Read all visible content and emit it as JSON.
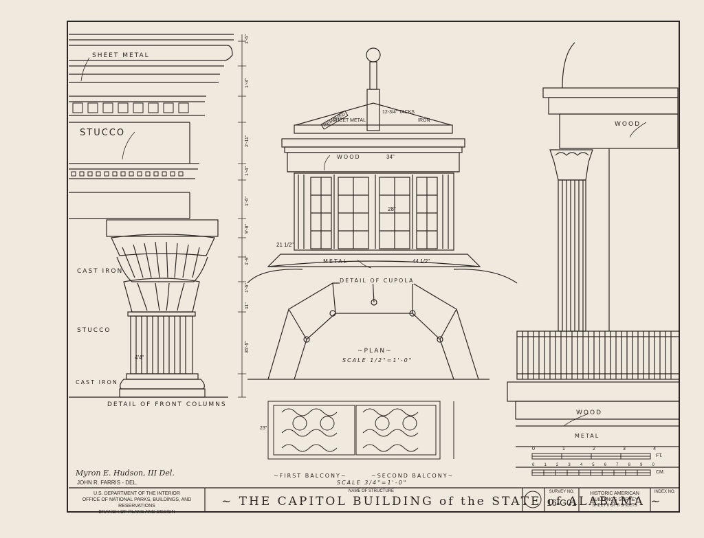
{
  "labels": {
    "sheet_metal": "SHEET METAL",
    "stucco_top": "STUCCO",
    "cast_iron_1": "CAST IRON",
    "stucco_2": "STUCCO",
    "cast_iron_2": "CAST IRON",
    "detail_front_columns": "DETAIL OF FRONT COLUMNS",
    "removed": "REMOVED",
    "sheet_metal_cupola": "SHEET METAL",
    "tacks": "12-3/4\" TACKS",
    "iron": "IRON",
    "wood_cupola": "WOOD",
    "metal_cupola": "METAL",
    "detail_cupola": "DETAIL OF CUPOLA",
    "plan": "~PLAN~",
    "plan_scale": "SCALE 1/2\"=1'-0\"",
    "first_balcony": "~FIRST BALCONY~",
    "second_balcony": "~SECOND BALCONY~",
    "balcony_scale": "SCALE 3/4\"=1'-0\"",
    "wood_right": "WOOD",
    "wood_lower": "WOOD",
    "metal_lower": "METAL",
    "dim_34": "34\"",
    "dim_44": "44 1/2\"",
    "dim_21": "21 1/2\"",
    "dim_28": "28\"",
    "dim_23": "23\"",
    "dim_44col": "4'4\"",
    "scale_ft": "FT.",
    "scale_cm": "CM."
  },
  "scale_bar_ft": [
    "0",
    "1",
    "2",
    "3",
    "4"
  ],
  "scale_bar_cm": [
    "0",
    "1",
    "2",
    "3",
    "4",
    "5",
    "6",
    "7",
    "8",
    "9",
    "0"
  ],
  "left_dims": [
    "1'-5\"",
    "1'-3\"",
    "2'-11\"",
    "1'-4\"",
    "1'-6\"",
    "9'-8\"",
    "1'-9\"",
    "1'-6\"",
    "11\"",
    "35'-5\""
  ],
  "signature": {
    "line1": "Myron E. Hudson, III Del.",
    "line2": "JOHN R. FARRIS - DEL."
  },
  "title_block": {
    "agency_1": "U.S. DEPARTMENT OF THE INTERIOR",
    "agency_2": "OFFICE OF NATIONAL PARKS, BUILDINGS, AND RESERVATIONS",
    "agency_3": "BRANCH OF PLANS AND DESIGN",
    "name_caption": "NAME OF STRUCTURE",
    "structure_name": "~ THE CAPITOL BUILDING of the STATE of ALABAMA ~",
    "survey_caption": "SURVEY NO.",
    "survey_no": "16-G01",
    "habs_1": "HISTORIC AMERICAN",
    "habs_2": "BUILDINGS SURVEY",
    "sheet_text": "SHEET 6 OF 8 SHEETS",
    "index_caption": "INDEX NO."
  }
}
